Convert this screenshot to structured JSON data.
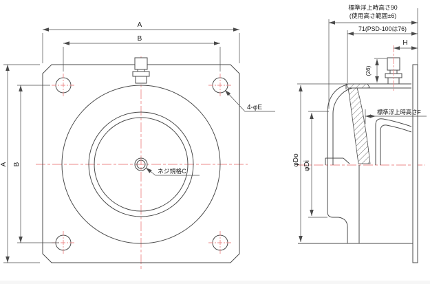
{
  "drawing": {
    "front_view": {
      "dim_a_top": "A",
      "dim_b_top": "B",
      "dim_a_left": "A",
      "dim_b_left": "B",
      "bolt_holes_label": "4-φE",
      "thread_label": "ネジ規格C"
    },
    "side_view": {
      "float_height_note_line1": "標準浮上時高さ90",
      "float_height_note_line2": "(使用高さ範囲±6)",
      "body_length_label": "71(PSD-100は76)",
      "dim_h_label": "H",
      "valve_height_label": "(26)",
      "float_height_f_label": "標準浮上時高さF",
      "outer_dia_label": "φDo",
      "inner_dia_label": "φDi"
    },
    "colors": {
      "line": "#4a4a4a",
      "centerline": "#ee8888",
      "text": "#1a1a1a",
      "background": "#ffffff"
    }
  }
}
